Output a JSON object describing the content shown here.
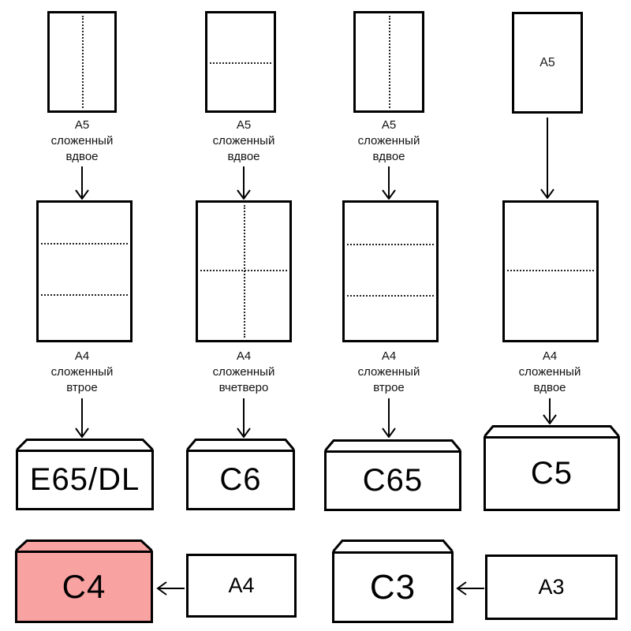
{
  "diagram": {
    "description": "Envelope formats derived from folded paper sizes",
    "highlight_color": "#F9A2A2",
    "line_color": "#000000",
    "columns": [
      {
        "top_caption": [
          "A5",
          "сложенный",
          "вдвое"
        ],
        "mid_caption": [
          "A4",
          "сложенный",
          "втрое"
        ],
        "envelope_label": "E65/DL"
      },
      {
        "top_caption": [
          "A5",
          "сложенный",
          "вдвое"
        ],
        "mid_caption": [
          "A4",
          "сложенный",
          "вчетверо"
        ],
        "envelope_label": "C6"
      },
      {
        "top_caption": [
          "A5",
          "сложенный",
          "вдвое"
        ],
        "mid_caption": [
          "A4",
          "сложенный",
          "втрое"
        ],
        "envelope_label": "C65"
      },
      {
        "top_sheet_label": "A5",
        "mid_caption": [
          "A4",
          "сложенный",
          "вдвое"
        ],
        "envelope_label": "C5"
      }
    ],
    "bottom": [
      {
        "envelope_label": "C4",
        "source_label": "A4"
      },
      {
        "envelope_label": "C3",
        "source_label": "A3"
      }
    ]
  }
}
